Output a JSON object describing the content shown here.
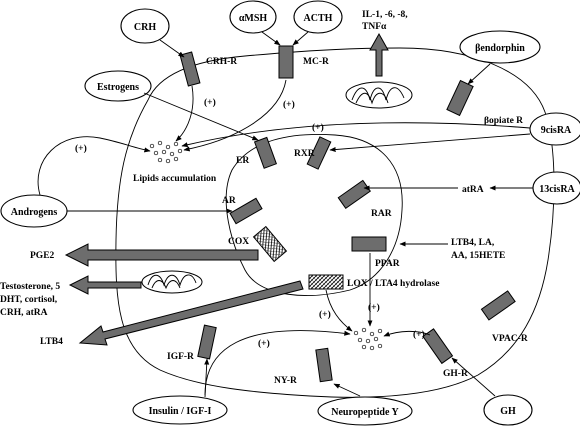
{
  "ligands": {
    "crh": "CRH",
    "amsh": "αMSH",
    "acth": "ACTH",
    "bendorphin": "βendorphin",
    "estrogens": "Estrogens",
    "ninecisra": "9cisRA",
    "androgens": "Androgens",
    "thirteencisra": "13cisRA",
    "insulin": "Insulin / IGF-I",
    "neuropeptide": "Neuropeptide Y",
    "gh": "GH"
  },
  "receptors": {
    "crhr": "CRH-R",
    "mcr": "MC-R",
    "bopiate": "βopiate R",
    "er": "ER",
    "rxr": "RXR",
    "ar": "AR",
    "rar": "RAR",
    "cox": "COX",
    "ppar": "PPAR",
    "lox": "LOX / LTA4 hydrolase",
    "igfr": "IGF-R",
    "nyr": "NY-R",
    "ghr": "GH-R",
    "vpacr": "VPAC-R"
  },
  "labels": {
    "il_line1": "IL-1, -6, -8,",
    "il_line2": "TNFα",
    "lipids": "Lipids accumulation",
    "atra": "atRA",
    "ltb4_line1": "LTB4, LA,",
    "ltb4_line2": "AA, 15HETE",
    "pge2": "PGE2",
    "steroids_line1": "Testosterone, 5",
    "steroids_line2": "DHT, cortisol,",
    "steroids_line3": "CRH, atRA",
    "ltb4": "LTB4"
  },
  "plus": "(+)"
}
